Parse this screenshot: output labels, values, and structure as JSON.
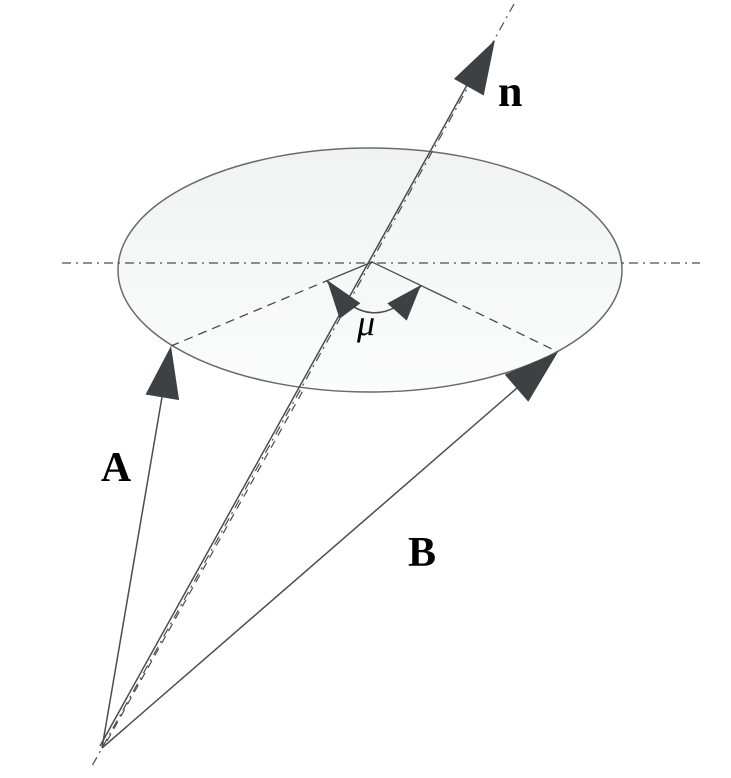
{
  "diagram": {
    "labels": {
      "normal_vector": "n",
      "vector_a": "A",
      "vector_b": "B",
      "angle": "μ"
    },
    "colors": {
      "background": "#ffffff",
      "line": "#4c4c4c",
      "rim": "#6a6a6a",
      "arrowhead": "#3e4143",
      "label": "#000000",
      "disk_top": "#f1f2f2",
      "disk_bottom": "#fbfcfc"
    }
  }
}
